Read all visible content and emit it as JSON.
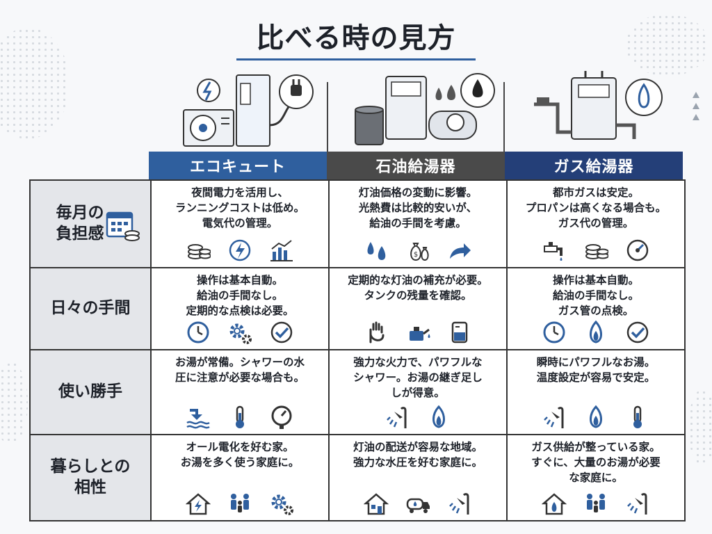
{
  "title": "比べる時の見方",
  "columns": [
    {
      "label": "エコキュート",
      "color": "#2f5f9e"
    },
    {
      "label": "石油給湯器",
      "color": "#4a4a4a"
    },
    {
      "label": "ガス給湯器",
      "color": "#243f78"
    }
  ],
  "rows": [
    {
      "label": "毎月の\n負担感",
      "cells": [
        {
          "text": "夜間電力を活用し、\nランニングコストは低め。\n電気代の管理。",
          "icons": [
            "coins-icon",
            "lightning-icon",
            "bar-chart-icon"
          ]
        },
        {
          "text": "灯油価格の変動に影響。\n光熱費は比較的安いが、\n給油の手間を考慮。",
          "icons": [
            "oil-drops-icon",
            "money-bags-icon",
            "arrow-icon"
          ]
        },
        {
          "text": "都市ガスは安定。\nプロパンは高くなる場合も。\nガス代の管理。",
          "icons": [
            "faucet-icon",
            "coins-icon",
            "gauge-icon"
          ]
        }
      ]
    },
    {
      "label": "日々の手間",
      "cells": [
        {
          "text": "操作は基本自動。\n給油の手間なし。\n定期的な点検は必要。",
          "icons": [
            "clock-icon",
            "gears-icon",
            "check-icon"
          ]
        },
        {
          "text": "定期的な灯油の補充が必要。\nタンクの残量を確認。",
          "icons": [
            "hand-icon",
            "oil-can-icon",
            "tank-level-icon"
          ]
        },
        {
          "text": "操作は基本自動。\n給油の手間なし。\nガス管の点検。",
          "icons": [
            "clock-icon",
            "flame-icon",
            "check-icon"
          ]
        }
      ]
    },
    {
      "label": "使い勝手",
      "cells": [
        {
          "text": "お湯が常備。シャワーの水\n圧に注意が必要な場合も。",
          "icons": [
            "water-flow-icon",
            "thermometer-icon",
            "pressure-gauge-icon"
          ]
        },
        {
          "text": "強力な火力で、パワフルな\nシャワー。お湯の継ぎ足し\nしが得意。",
          "icons": [
            "shower-icon",
            "flame-icon"
          ]
        },
        {
          "text": "瞬時にパワフルなお湯。\n温度設定が容易で安定。",
          "icons": [
            "shower-icon",
            "flame-icon",
            "thermometer-icon"
          ]
        }
      ]
    },
    {
      "label": "暮らしとの\n相性",
      "cells": [
        {
          "text": "オール電化を好む家。\nお湯を多く使う家庭に。",
          "icons": [
            "electric-house-icon",
            "family-icon",
            "gears-icon"
          ]
        },
        {
          "text": "灯油の配送が容易な地域。\n強力な水圧を好む家庭に。",
          "icons": [
            "house-icon",
            "tanker-truck-icon",
            "shower-icon"
          ]
        },
        {
          "text": "ガス供給が整っている家。\nすぐに、大量のお湯が必要\nな家庭に。",
          "icons": [
            "gas-house-icon",
            "family-icon",
            "shower-icon"
          ]
        }
      ]
    }
  ],
  "appliance_art": [
    "heat-pump-unit-icon",
    "oil-boiler-icon",
    "gas-boiler-icon"
  ]
}
